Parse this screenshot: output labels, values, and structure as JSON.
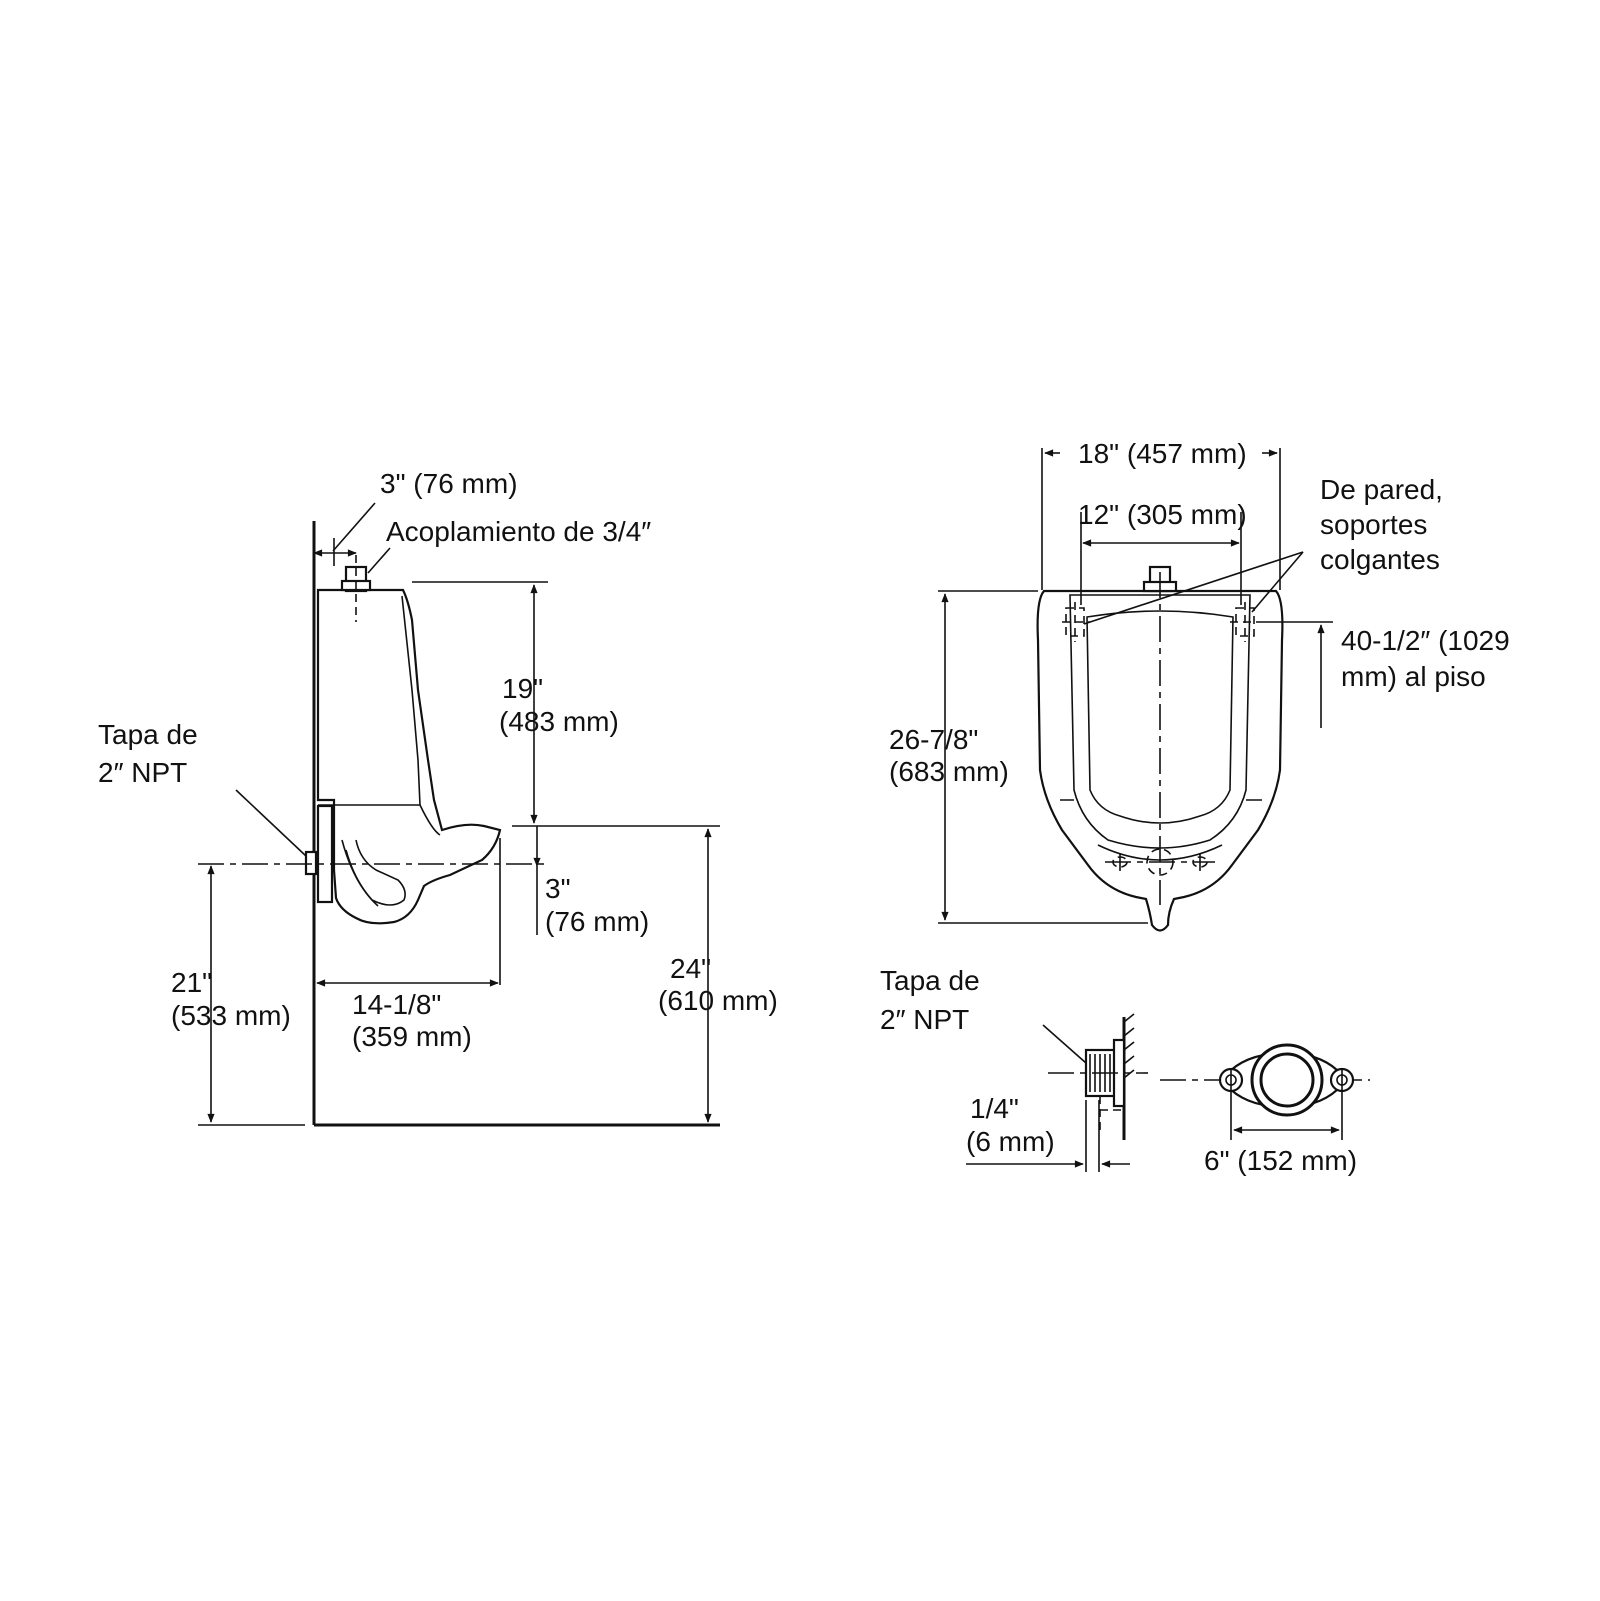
{
  "side_view": {
    "supply_offset": "3\" (76 mm)",
    "coupling": "Acoplamiento de 3/4″",
    "height_19_in": "19\"",
    "height_19_mm": "(483 mm)",
    "cap_line1": "Tapa de",
    "cap_line2": "2″ NPT",
    "drop_3_in": "3\"",
    "drop_3_mm": "(76 mm)",
    "height_21_in": "21\"",
    "height_21_mm": "(533 mm)",
    "depth_in": "14-1/8\"",
    "depth_mm": "(359 mm)",
    "height_24_in": "24\"",
    "height_24_mm": "(610 mm)"
  },
  "front_view": {
    "width_18": "18\" (457 mm)",
    "width_12": "12\" (305 mm)",
    "hangers_line1": "De pared,",
    "hangers_line2": "soportes",
    "hangers_line3": "colgantes",
    "height_40_line1": "40-1/2″ (1029",
    "height_40_line2": "mm) al piso",
    "height_26_in": "26-7/8\"",
    "height_26_mm": "(683 mm)"
  },
  "detail_view": {
    "cap_line1": "Tapa de",
    "cap_line2": "2″ NPT",
    "gap_in": "1/4\"",
    "gap_mm": "(6 mm)",
    "spacing": "6\" (152 mm)"
  }
}
